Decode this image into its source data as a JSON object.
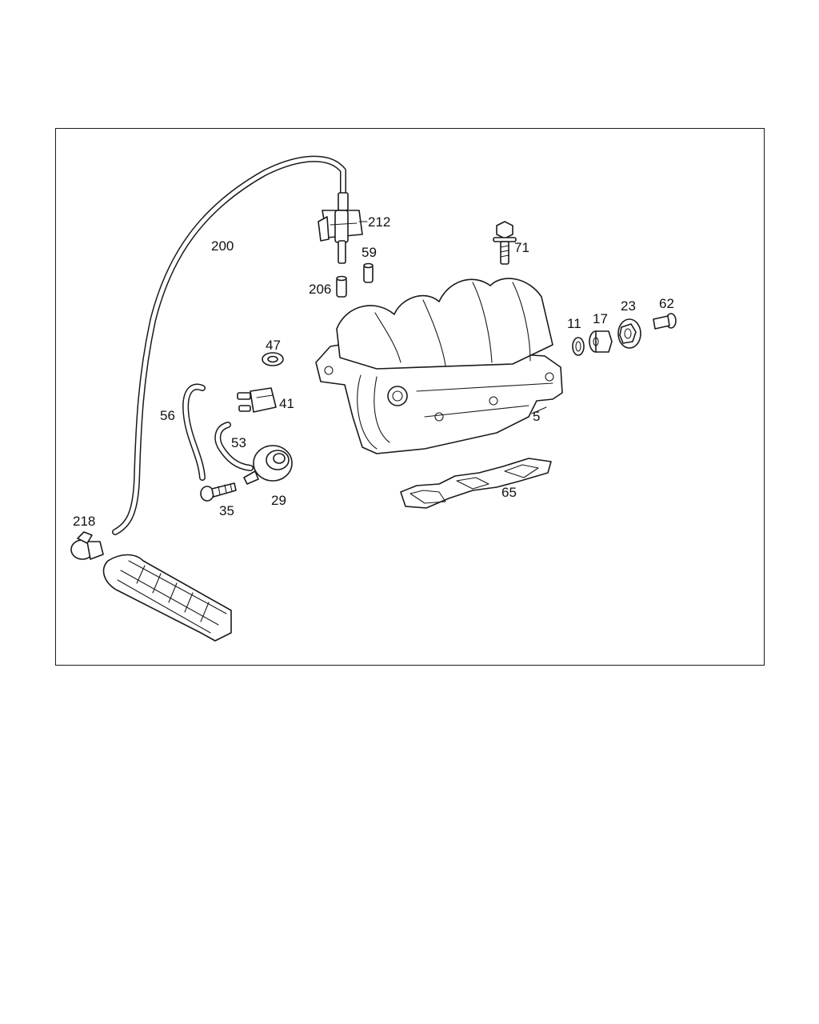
{
  "diagram": {
    "type": "exploded-parts-diagram",
    "colors": {
      "line": "#1a1a1a",
      "background": "#ffffff",
      "frame": "#1a1a1a"
    },
    "callouts": [
      {
        "id": "200",
        "label": "200"
      },
      {
        "id": "212",
        "label": "212"
      },
      {
        "id": "59",
        "label": "59"
      },
      {
        "id": "206",
        "label": "206"
      },
      {
        "id": "71",
        "label": "71"
      },
      {
        "id": "47",
        "label": "47"
      },
      {
        "id": "11",
        "label": "11"
      },
      {
        "id": "17",
        "label": "17"
      },
      {
        "id": "23",
        "label": "23"
      },
      {
        "id": "62",
        "label": "62"
      },
      {
        "id": "41",
        "label": "41"
      },
      {
        "id": "56",
        "label": "56"
      },
      {
        "id": "53",
        "label": "53"
      },
      {
        "id": "5",
        "label": "5"
      },
      {
        "id": "29",
        "label": "29"
      },
      {
        "id": "35",
        "label": "35"
      },
      {
        "id": "65",
        "label": "65"
      },
      {
        "id": "218",
        "label": "218"
      }
    ]
  }
}
